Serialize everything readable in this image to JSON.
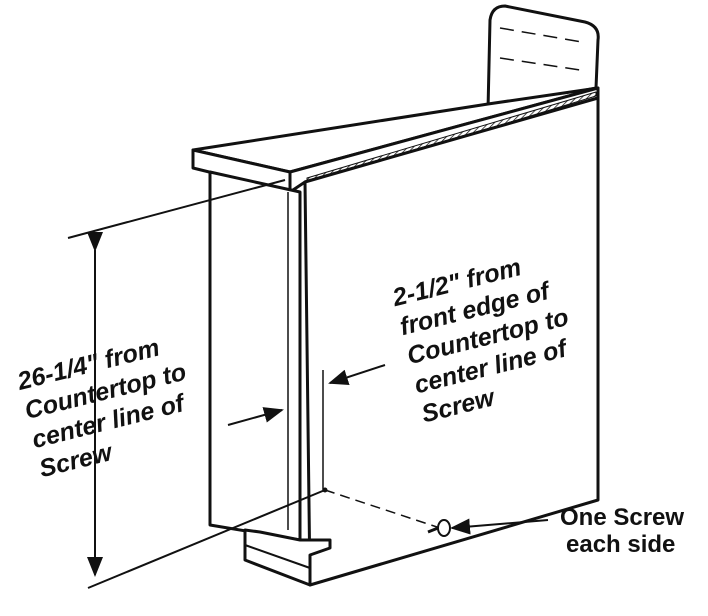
{
  "labels": {
    "height_dimension": [
      "26-1/4\" from",
      "Countertop to",
      "center line of",
      "Screw"
    ],
    "depth_dimension": [
      "2-1/2\" from",
      "front edge of",
      "Countertop to",
      "center line of",
      "Screw"
    ],
    "screw_note": [
      "One Screw",
      "each side"
    ]
  }
}
